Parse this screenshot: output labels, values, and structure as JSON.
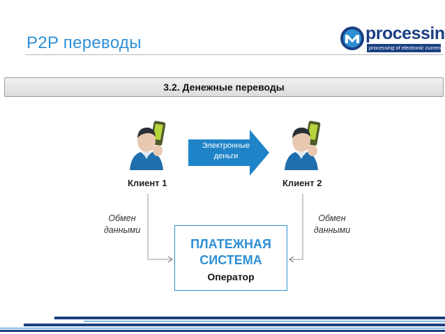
{
  "slide": {
    "title": "P2P переводы",
    "section_title": "3.2. Денежные переводы"
  },
  "logo": {
    "wordmark": "processing",
    "tagline": "processing of electronic currencies",
    "colors": {
      "navy": "#1b3f82",
      "blue": "#2e8fd4"
    }
  },
  "diagram": {
    "client1_label": "Клиент 1",
    "client2_label": "Клиент 2",
    "arrow_label": [
      "Электронные",
      "деньги"
    ],
    "data_exchange_left": [
      "Обмен",
      "данными"
    ],
    "data_exchange_right": [
      "Обмен",
      "данными"
    ],
    "system_title": [
      "ПЛАТЕЖНАЯ",
      "СИСТЕМА"
    ],
    "system_subtitle": "Оператор",
    "icons": [
      "person-with-phone-icon",
      "person-with-phone-icon",
      "logo-m-icon"
    ],
    "colors": {
      "arrow": "#1f83c7",
      "box_border": "#2e8fd4",
      "connector": "#9a9a9a"
    }
  }
}
